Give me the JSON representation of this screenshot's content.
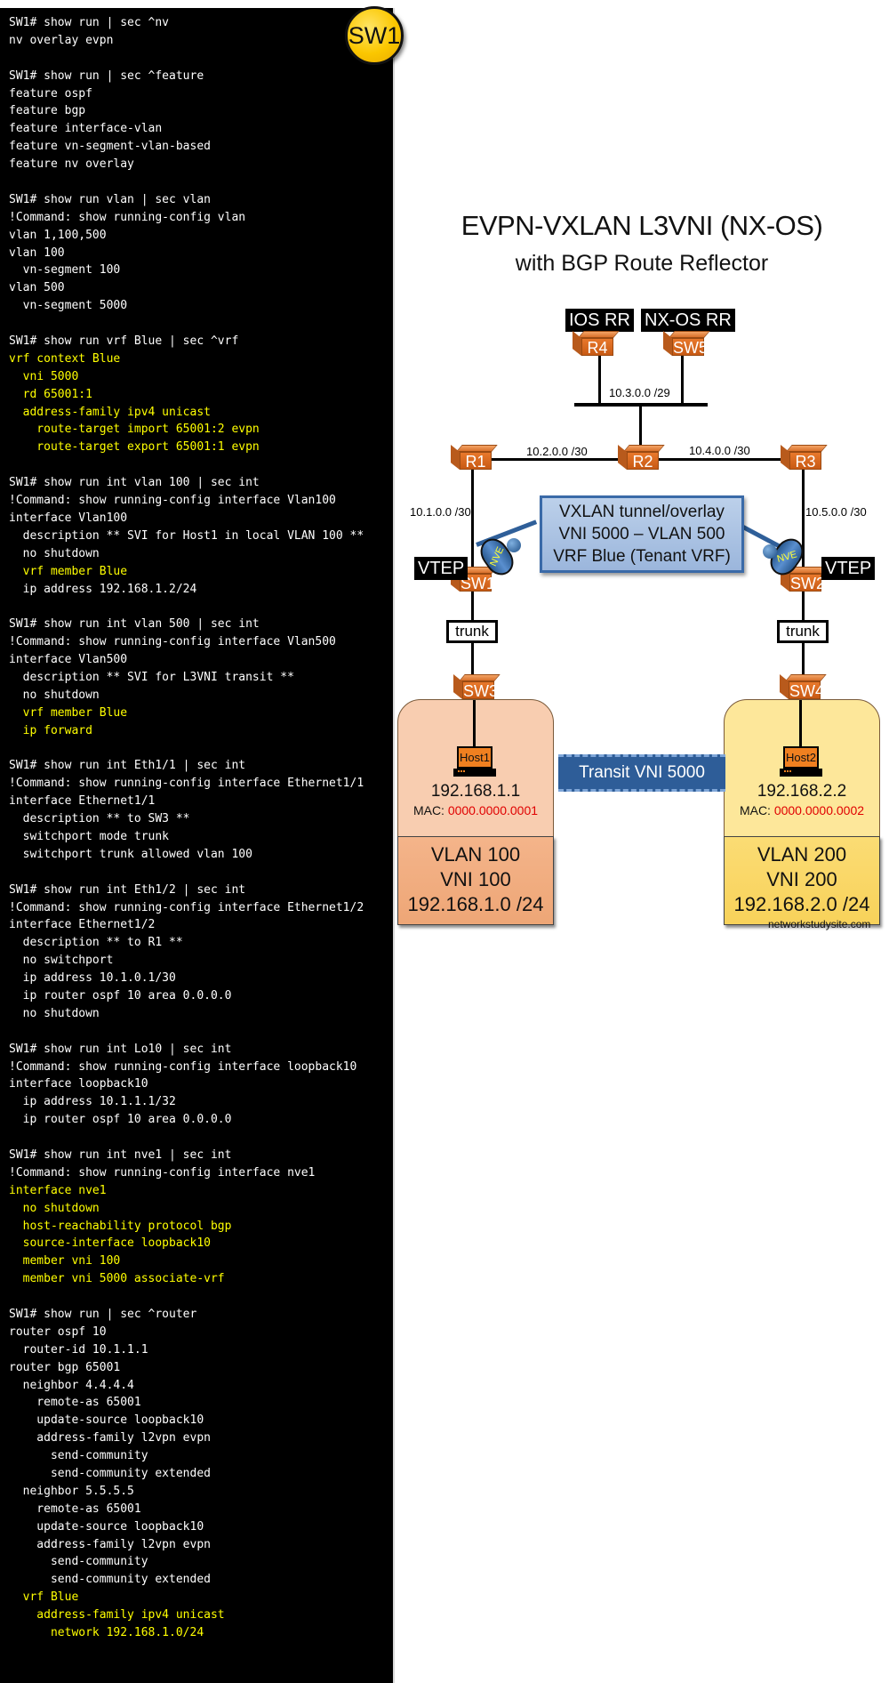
{
  "badge": {
    "label": "SW1"
  },
  "terminal": {
    "lines": [
      {
        "t": "SW1# show run | sec ^nv",
        "hl": false
      },
      {
        "t": "nv overlay evpn",
        "hl": false
      },
      {
        "t": "",
        "hl": false
      },
      {
        "t": "SW1# show run | sec ^feature",
        "hl": false
      },
      {
        "t": "feature ospf",
        "hl": false
      },
      {
        "t": "feature bgp",
        "hl": false
      },
      {
        "t": "feature interface-vlan",
        "hl": false
      },
      {
        "t": "feature vn-segment-vlan-based",
        "hl": false
      },
      {
        "t": "feature nv overlay",
        "hl": false
      },
      {
        "t": "",
        "hl": false
      },
      {
        "t": "SW1# show run vlan | sec vlan",
        "hl": false
      },
      {
        "t": "!Command: show running-config vlan",
        "hl": false
      },
      {
        "t": "vlan 1,100,500",
        "hl": false
      },
      {
        "t": "vlan 100",
        "hl": false
      },
      {
        "t": "  vn-segment 100",
        "hl": false
      },
      {
        "t": "vlan 500",
        "hl": false
      },
      {
        "t": "  vn-segment 5000",
        "hl": false
      },
      {
        "t": "",
        "hl": false
      },
      {
        "t": "SW1# show run vrf Blue | sec ^vrf",
        "hl": false
      },
      {
        "t": "vrf context Blue",
        "hl": true
      },
      {
        "t": "  vni 5000",
        "hl": true
      },
      {
        "t": "  rd 65001:1",
        "hl": true
      },
      {
        "t": "  address-family ipv4 unicast",
        "hl": true
      },
      {
        "t": "    route-target import 65001:2 evpn",
        "hl": true
      },
      {
        "t": "    route-target export 65001:1 evpn",
        "hl": true
      },
      {
        "t": "",
        "hl": false
      },
      {
        "t": "SW1# show run int vlan 100 | sec int",
        "hl": false
      },
      {
        "t": "!Command: show running-config interface Vlan100",
        "hl": false
      },
      {
        "t": "interface Vlan100",
        "hl": false
      },
      {
        "t": "  description ** SVI for Host1 in local VLAN 100 **",
        "hl": false
      },
      {
        "t": "  no shutdown",
        "hl": false
      },
      {
        "t": "  vrf member Blue",
        "hl": true
      },
      {
        "t": "  ip address 192.168.1.2/24",
        "hl": false
      },
      {
        "t": "",
        "hl": false
      },
      {
        "t": "SW1# show run int vlan 500 | sec int",
        "hl": false
      },
      {
        "t": "!Command: show running-config interface Vlan500",
        "hl": false
      },
      {
        "t": "interface Vlan500",
        "hl": false
      },
      {
        "t": "  description ** SVI for L3VNI transit **",
        "hl": false
      },
      {
        "t": "  no shutdown",
        "hl": false
      },
      {
        "t": "  vrf member Blue",
        "hl": true
      },
      {
        "t": "  ip forward",
        "hl": true
      },
      {
        "t": "",
        "hl": false
      },
      {
        "t": "SW1# show run int Eth1/1 | sec int",
        "hl": false
      },
      {
        "t": "!Command: show running-config interface Ethernet1/1",
        "hl": false
      },
      {
        "t": "interface Ethernet1/1",
        "hl": false
      },
      {
        "t": "  description ** to SW3 **",
        "hl": false
      },
      {
        "t": "  switchport mode trunk",
        "hl": false
      },
      {
        "t": "  switchport trunk allowed vlan 100",
        "hl": false
      },
      {
        "t": "",
        "hl": false
      },
      {
        "t": "SW1# show run int Eth1/2 | sec int",
        "hl": false
      },
      {
        "t": "!Command: show running-config interface Ethernet1/2",
        "hl": false
      },
      {
        "t": "interface Ethernet1/2",
        "hl": false
      },
      {
        "t": "  description ** to R1 **",
        "hl": false
      },
      {
        "t": "  no switchport",
        "hl": false
      },
      {
        "t": "  ip address 10.1.0.1/30",
        "hl": false
      },
      {
        "t": "  ip router ospf 10 area 0.0.0.0",
        "hl": false
      },
      {
        "t": "  no shutdown",
        "hl": false
      },
      {
        "t": "",
        "hl": false
      },
      {
        "t": "SW1# show run int Lo10 | sec int",
        "hl": false
      },
      {
        "t": "!Command: show running-config interface loopback10",
        "hl": false
      },
      {
        "t": "interface loopback10",
        "hl": false
      },
      {
        "t": "  ip address 10.1.1.1/32",
        "hl": false
      },
      {
        "t": "  ip router ospf 10 area 0.0.0.0",
        "hl": false
      },
      {
        "t": "",
        "hl": false
      },
      {
        "t": "SW1# show run int nve1 | sec int",
        "hl": false
      },
      {
        "t": "!Command: show running-config interface nve1",
        "hl": false
      },
      {
        "t": "interface nve1",
        "hl": true
      },
      {
        "t": "  no shutdown",
        "hl": true
      },
      {
        "t": "  host-reachability protocol bgp",
        "hl": true
      },
      {
        "t": "  source-interface loopback10",
        "hl": true
      },
      {
        "t": "  member vni 100",
        "hl": true
      },
      {
        "t": "  member vni 5000 associate-vrf",
        "hl": true
      },
      {
        "t": "",
        "hl": false
      },
      {
        "t": "SW1# show run | sec ^router",
        "hl": false
      },
      {
        "t": "router ospf 10",
        "hl": false
      },
      {
        "t": "  router-id 10.1.1.1",
        "hl": false
      },
      {
        "t": "router bgp 65001",
        "hl": false
      },
      {
        "t": "  neighbor 4.4.4.4",
        "hl": false
      },
      {
        "t": "    remote-as 65001",
        "hl": false
      },
      {
        "t": "    update-source loopback10",
        "hl": false
      },
      {
        "t": "    address-family l2vpn evpn",
        "hl": false
      },
      {
        "t": "      send-community",
        "hl": false
      },
      {
        "t": "      send-community extended",
        "hl": false
      },
      {
        "t": "  neighbor 5.5.5.5",
        "hl": false
      },
      {
        "t": "    remote-as 65001",
        "hl": false
      },
      {
        "t": "    update-source loopback10",
        "hl": false
      },
      {
        "t": "    address-family l2vpn evpn",
        "hl": false
      },
      {
        "t": "      send-community",
        "hl": false
      },
      {
        "t": "      send-community extended",
        "hl": false
      },
      {
        "t": "  vrf Blue",
        "hl": true
      },
      {
        "t": "    address-family ipv4 unicast",
        "hl": true
      },
      {
        "t": "      network 192.168.1.0/24",
        "hl": true
      }
    ],
    "colors": {
      "background": "#000000",
      "text": "#ffffff",
      "highlight": "#ffff00"
    }
  },
  "diagram": {
    "title": "EVPN-VXLAN L3VNI (NX-OS)",
    "subtitle": "with BGP Route Reflector",
    "rr_labels": {
      "r4": "IOS RR",
      "sw5": "NX-OS RR"
    },
    "devices": {
      "r1": "R1",
      "r2": "R2",
      "r3": "R3",
      "r4": "R4",
      "sw1": "SW1",
      "sw2": "SW2",
      "sw3": "SW3",
      "sw4": "SW4",
      "sw5": "SW5"
    },
    "vtep_label": "VTEP",
    "nve_label": "NVE",
    "networks": {
      "rr_lan": "10.3.0.0 /29",
      "r1_r2": "10.2.0.0 /30",
      "r2_r3": "10.4.0.0 /30",
      "r1_sw1": "10.1.0.0 /30",
      "r3_sw2": "10.5.0.0 /30"
    },
    "tunnel": {
      "line1": "VXLAN tunnel/overlay",
      "line2": "VNI 5000 – VLAN 500",
      "line3": "VRF Blue (Tenant VRF)"
    },
    "trunk_label": "trunk",
    "transit_label": "Transit VNI 5000",
    "site1": {
      "host": "Host1",
      "ip": "192.168.1.1",
      "mac_label": "MAC:",
      "mac": "0000.0000.0001",
      "vlan": "VLAN 100",
      "vni": "VNI 100",
      "subnet": "192.168.1.0 /24"
    },
    "site2": {
      "host": "Host2",
      "ip": "192.168.2.2",
      "mac_label": "MAC:",
      "mac": "0000.0000.0002",
      "vlan": "VLAN 200",
      "vni": "VNI 200",
      "subnet": "192.168.2.0 /24"
    },
    "credit": "networkstudysite.com",
    "colors": {
      "device": "#e06a1e",
      "tunnel_fill": "#a9c1e3",
      "tunnel_border": "#3a6aa8",
      "site1_fill": "#f8cdb0",
      "site1_seg": "#f0a87c",
      "site2_fill": "#fde79a",
      "site2_seg": "#f9d45c",
      "mac": "#e00000",
      "transit": "#2e5d98",
      "nve_text": "#ffff33"
    }
  }
}
